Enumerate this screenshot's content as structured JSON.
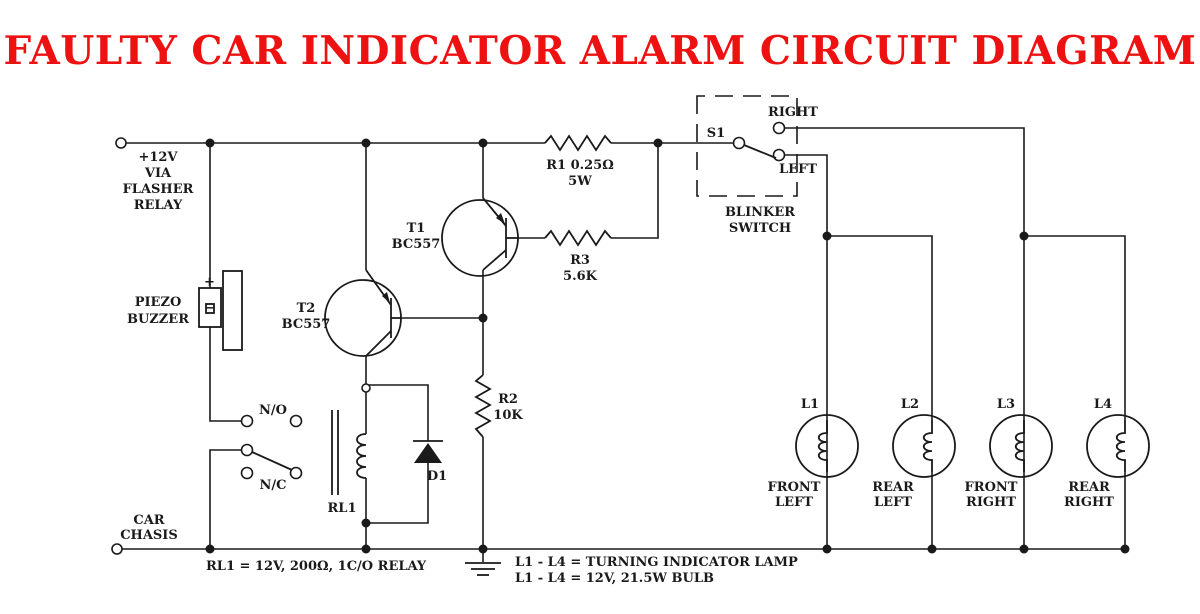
{
  "title": "FAULTY CAR INDICATOR ALARM CIRCUIT DIAGRAM",
  "colors": {
    "title": "#ee1111",
    "ink": "#1a1a1a",
    "background": "#ffffff"
  },
  "labels": {
    "supply": [
      "+12V",
      "VIA",
      "FLASHER",
      "RELAY"
    ],
    "chassis": [
      "CAR",
      "CHASIS"
    ],
    "buzzer": [
      "PIEZO",
      "BUZZER"
    ],
    "buzzer_plus": "+",
    "buzzer_minus": "−",
    "t1": [
      "T1",
      "BC557"
    ],
    "t2": [
      "T2",
      "BC557"
    ],
    "r1": [
      "R1 0.25Ω",
      "5W"
    ],
    "r3": [
      "R3",
      "5.6K"
    ],
    "r2": [
      "R2",
      "10K"
    ],
    "s1": "S1",
    "switch_right": "RIGHT",
    "switch_left": "LEFT",
    "switch_name": [
      "BLINKER",
      "SWITCH"
    ],
    "relay_no": "N/O",
    "relay_nc": "N/C",
    "rl1": "RL1",
    "d1": "D1",
    "lamps": [
      {
        "id": "L1",
        "caption": [
          "FRONT",
          "LEFT"
        ]
      },
      {
        "id": "L2",
        "caption": [
          "REAR",
          "LEFT"
        ]
      },
      {
        "id": "L3",
        "caption": [
          "FRONT",
          "RIGHT"
        ]
      },
      {
        "id": "L4",
        "caption": [
          "REAR",
          "RIGHT"
        ]
      }
    ],
    "note_relay": "RL1 = 12V, 200Ω, 1C/O RELAY",
    "note_lamps": [
      "L1 - L4 = TURNING INDICATOR LAMP",
      "L1 - L4 = 12V, 21.5W BULB"
    ]
  }
}
